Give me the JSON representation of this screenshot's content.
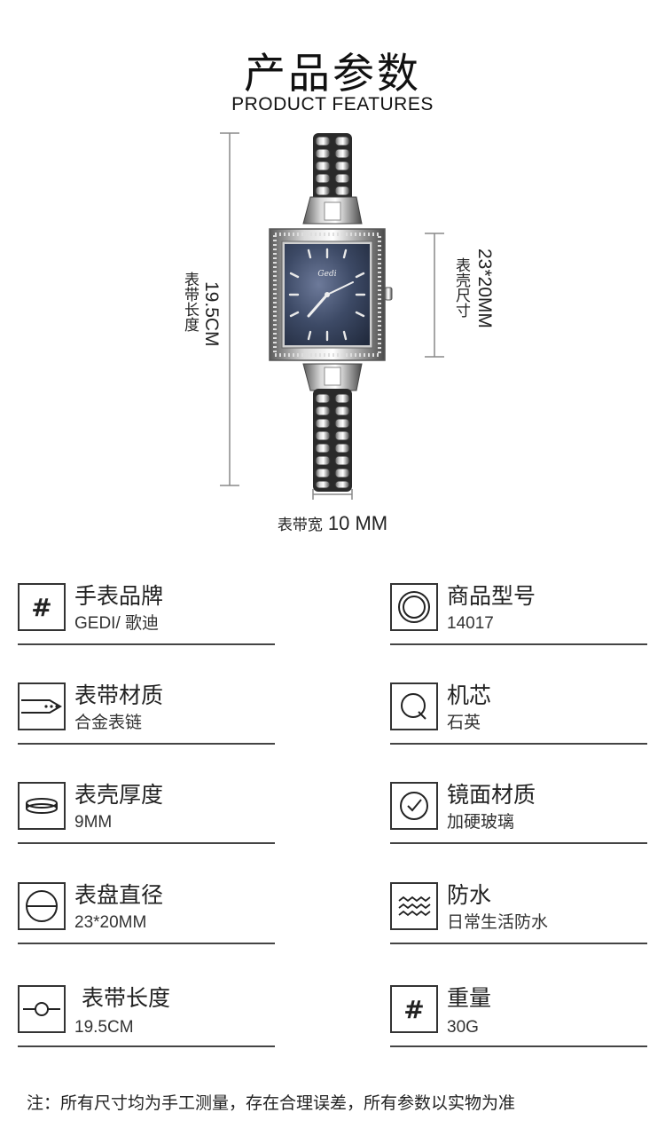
{
  "header": {
    "title": "产品参数",
    "subtitle": "PRODUCT FEATURES"
  },
  "diagram": {
    "length_label": "表带长度",
    "length_value": "19.5CM",
    "case_label": "表壳尺寸",
    "case_value": "23*20MM",
    "band_width_label": "表带宽",
    "band_width_value": "10 MM",
    "dial_brand": "Gedi"
  },
  "specs": [
    {
      "name": "手表品牌",
      "value": "GEDI/ 歌迪",
      "icon": "hash-icon"
    },
    {
      "name": "商品型号",
      "value": "14017",
      "icon": "double-circle-icon"
    },
    {
      "name": "表带材质",
      "value": "合金表链",
      "icon": "strap-icon"
    },
    {
      "name": "机芯",
      "value": "石英",
      "icon": "q-icon"
    },
    {
      "name": "表壳厚度",
      "value": "9MM",
      "icon": "case-thickness-icon"
    },
    {
      "name": "镜面材质",
      "value": "加硬玻璃",
      "icon": "check-circle-icon"
    },
    {
      "name": "表盘直径",
      "value": "23*20MM",
      "icon": "dial-diameter-icon"
    },
    {
      "name": "防水",
      "value": "日常生活防水",
      "icon": "wave-icon"
    },
    {
      "name": "表带长度",
      "value": "19.5CM",
      "icon": "band-length-icon"
    },
    {
      "name": "重量",
      "value": "30G",
      "icon": "hash-icon"
    }
  ],
  "footer": {
    "note": "注：所有尺寸均为手工测量，存在合理误差，所有参数以实物为准"
  }
}
